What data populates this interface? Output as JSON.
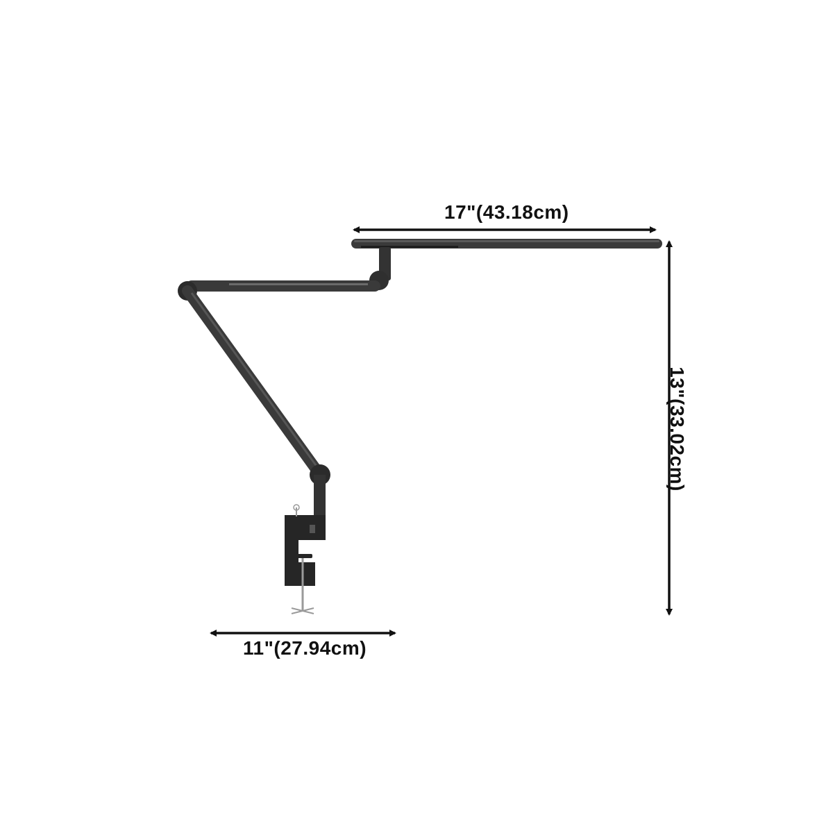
{
  "dimensions": {
    "arm_length": "17\"(43.18cm)",
    "height": "13\"(33.02cm)",
    "base_reach": "11\"(27.94cm)"
  },
  "colors": {
    "lamp_body": "#3a3a3a",
    "lamp_dark": "#262626",
    "arrow": "#111111",
    "clamp_screw": "#9a9a9a",
    "background": "#ffffff"
  }
}
